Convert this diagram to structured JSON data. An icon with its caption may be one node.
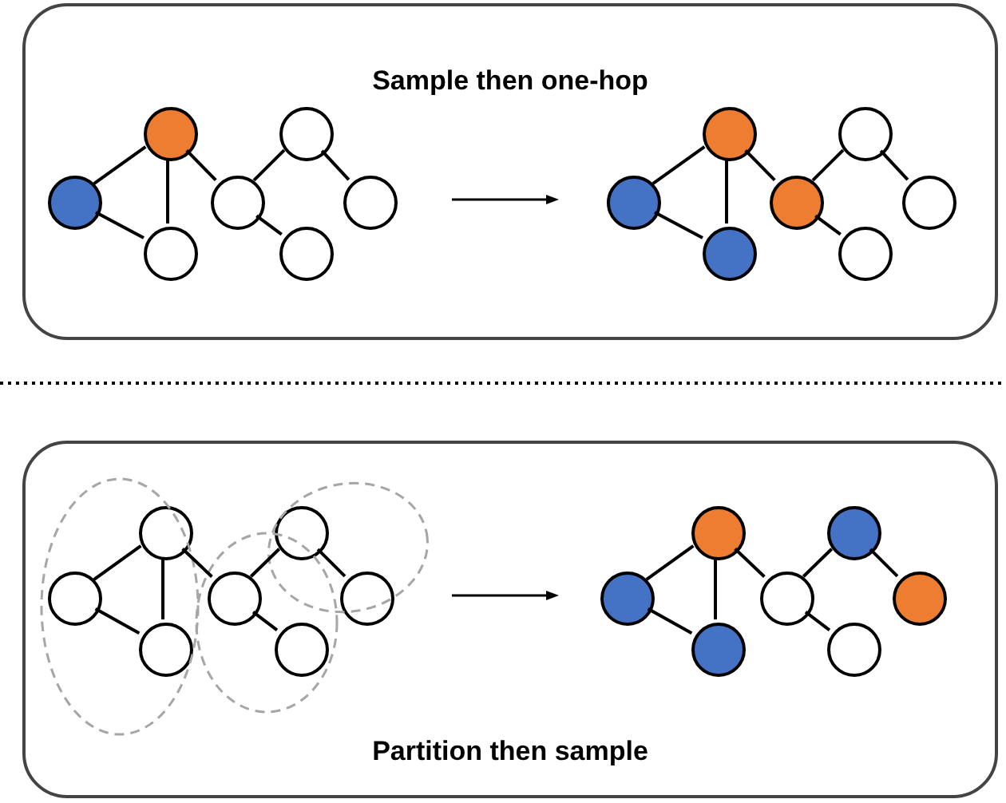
{
  "diagram": {
    "nodes": [
      {
        "text": [
          "Sample then one-hop"
        ]
      },
      {
        "text": [],
        "shape": "circle",
        "in": 0
      },
      {
        "text": [],
        "shape": "circle",
        "in": 0
      },
      {
        "text": [],
        "shape": "circle",
        "in": 0
      },
      {
        "text": [],
        "shape": "circle",
        "in": 0
      },
      {
        "text": [],
        "shape": "circle",
        "in": 0
      },
      {
        "text": [],
        "shape": "circle",
        "in": 0
      },
      {
        "text": [],
        "shape": "circle",
        "in": 0
      },
      {
        "text": [],
        "shape": "circle",
        "in": 0
      },
      {
        "text": [],
        "shape": "circle",
        "in": 0
      },
      {
        "text": [],
        "shape": "circle",
        "in": 0
      },
      {
        "text": [],
        "shape": "circle",
        "in": 0
      },
      {
        "text": [],
        "shape": "circle",
        "in": 0
      },
      {
        "text": [],
        "shape": "circle",
        "in": 0
      },
      {
        "text": [],
        "shape": "circle",
        "in": 0
      },
      {
        "text": [
          "Partition then sample"
        ]
      },
      {
        "text": [],
        "shape": "circle",
        "in": 15
      },
      {
        "text": [],
        "shape": "circle",
        "in": 15
      },
      {
        "text": [],
        "shape": "circle",
        "in": 15
      },
      {
        "text": [],
        "shape": "circle",
        "in": 15
      },
      {
        "text": [],
        "shape": "circle",
        "in": 15
      },
      {
        "text": [],
        "shape": "circle",
        "in": 15
      },
      {
        "text": [],
        "shape": "circle",
        "in": 15
      },
      {
        "text": [],
        "shape": "circle",
        "in": 15
      },
      {
        "text": [],
        "shape": "circle",
        "in": 15
      },
      {
        "text": [],
        "shape": "circle",
        "in": 15
      },
      {
        "text": [],
        "shape": "circle",
        "in": 15
      },
      {
        "text": [],
        "shape": "circle",
        "in": 15
      },
      {
        "text": [],
        "shape": "circle",
        "in": 15
      },
      {
        "text": [],
        "shape": "circle",
        "in": 15
      }
    ],
    "edges": [
      {
        "from": 1,
        "to": 2,
        "arrow": "none"
      },
      {
        "from": 1,
        "to": 3,
        "arrow": "none"
      },
      {
        "from": 2,
        "to": 3,
        "arrow": "none"
      },
      {
        "from": 2,
        "to": 4,
        "arrow": "none"
      },
      {
        "from": 4,
        "to": 5,
        "arrow": "none"
      },
      {
        "from": 5,
        "to": 6,
        "arrow": "none"
      },
      {
        "from": 4,
        "to": 7,
        "arrow": "none"
      },
      {
        "from": 8,
        "to": 9,
        "arrow": "none"
      },
      {
        "from": 8,
        "to": 10,
        "arrow": "none"
      },
      {
        "from": 9,
        "to": 10,
        "arrow": "none"
      },
      {
        "from": 9,
        "to": 11,
        "arrow": "none"
      },
      {
        "from": 11,
        "to": 12,
        "arrow": "none"
      },
      {
        "from": 12,
        "to": 13,
        "arrow": "none"
      },
      {
        "from": 11,
        "to": 14,
        "arrow": "none"
      },
      {
        "from": 16,
        "to": 17,
        "arrow": "none"
      },
      {
        "from": 16,
        "to": 18,
        "arrow": "none"
      },
      {
        "from": 17,
        "to": 18,
        "arrow": "none"
      },
      {
        "from": 17,
        "to": 19,
        "arrow": "none"
      },
      {
        "from": 19,
        "to": 20,
        "arrow": "none"
      },
      {
        "from": 20,
        "to": 21,
        "arrow": "none"
      },
      {
        "from": 19,
        "to": 22,
        "arrow": "none"
      },
      {
        "from": 23,
        "to": 24,
        "arrow": "none"
      },
      {
        "from": 23,
        "to": 25,
        "arrow": "none"
      },
      {
        "from": 24,
        "to": 25,
        "arrow": "none"
      },
      {
        "from": 24,
        "to": 26,
        "arrow": "none"
      },
      {
        "from": 26,
        "to": 27,
        "arrow": "none"
      },
      {
        "from": 27,
        "to": 28,
        "arrow": "none"
      },
      {
        "from": 26,
        "to": 29,
        "arrow": "none"
      }
    ]
  }
}
